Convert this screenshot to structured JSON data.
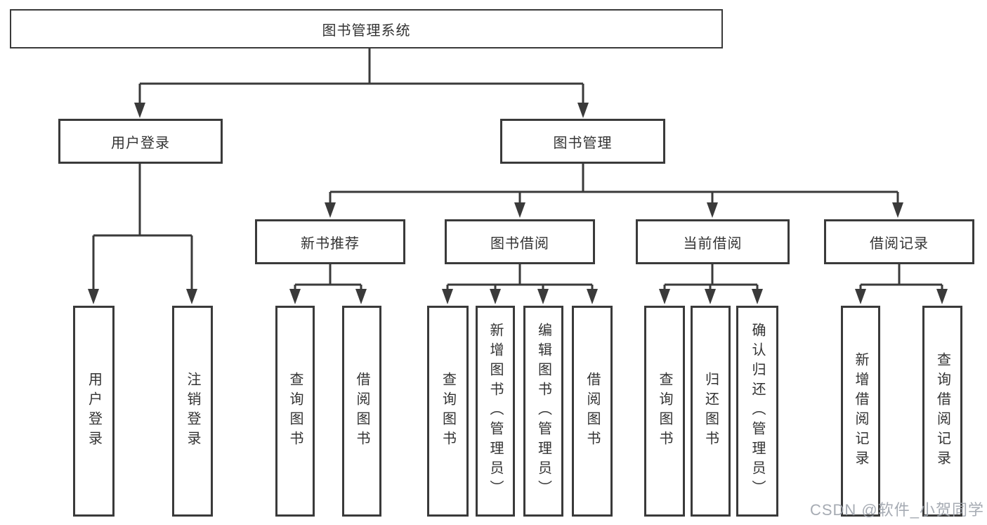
{
  "nodes": {
    "root": "图书管理系统",
    "branches": [
      {
        "label": "用户登录",
        "children": [
          "用户登录",
          "注销登录"
        ]
      },
      {
        "label": "图书管理",
        "groups": [
          {
            "label": "新书推荐",
            "children": [
              "查询图书",
              "借阅图书"
            ]
          },
          {
            "label": "图书借阅",
            "children": [
              "查询图书",
              "新增图书（管理员）",
              "编辑图书（管理员）",
              "借阅图书"
            ]
          },
          {
            "label": "当前借阅",
            "children": [
              "查询图书",
              "归还图书",
              "确认归还（管理员）"
            ]
          },
          {
            "label": "借阅记录",
            "children": [
              "新增借阅记录",
              "查询借阅记录"
            ]
          }
        ]
      }
    ]
  },
  "watermark": "CSDN @软件_小贺同学",
  "colors": {
    "line": "#3a3a3a",
    "text": "#333333",
    "background": "#ffffff",
    "watermark": "#9ea4ad"
  }
}
